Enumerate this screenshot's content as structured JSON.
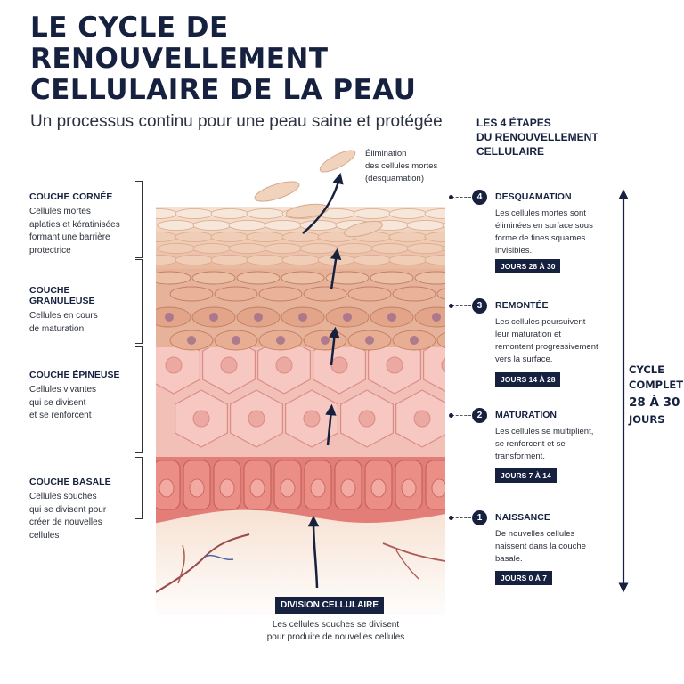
{
  "title": {
    "line1": "LE CYCLE DE",
    "line2": "RENOUVELLEMENT",
    "line3": "CELLULAIRE DE LA PEAU"
  },
  "subtitle": "Un processus continu pour une peau saine et protégée",
  "elimination": {
    "line1": "Élimination",
    "line2": "des cellules mortes",
    "line3": "(desquamation)"
  },
  "layers": [
    {
      "title": "COUCHE CORNÉE",
      "desc": [
        "Cellules mortes",
        "aplaties et kératinisées",
        "formant une barrière",
        "protectrice"
      ]
    },
    {
      "title": "COUCHE GRANULEUSE",
      "desc": [
        "Cellules en cours",
        "de maturation"
      ]
    },
    {
      "title": "COUCHE ÉPINEUSE",
      "desc": [
        "Cellules vivantes",
        "qui se divisent",
        "et se renforcent"
      ]
    },
    {
      "title": "COUCHE BASALE",
      "desc": [
        "Cellules souches",
        "qui se divisent pour",
        "créer de nouvelles",
        "cellules"
      ]
    }
  ],
  "steps_heading": {
    "line1": "LES 4 ÉTAPES",
    "line2": "DU RENOUVELLEMENT",
    "line3": "CELLULAIRE"
  },
  "steps": [
    {
      "num": "4",
      "title": "DESQUAMATION",
      "desc": [
        "Les cellules mortes sont",
        "éliminées en surface sous",
        "forme de fines squames",
        "invisibles."
      ],
      "badge": "JOURS 28 À 30"
    },
    {
      "num": "3",
      "title": "REMONTÉE",
      "desc": [
        "Les cellules poursuivent",
        "leur maturation et",
        "remontent progressivement",
        "vers la surface."
      ],
      "badge": "JOURS 14 À 28"
    },
    {
      "num": "2",
      "title": "MATURATION",
      "desc": [
        "Les cellules se multiplient,",
        "se renforcent et se",
        "transforment."
      ],
      "badge": "JOURS 7 À 14"
    },
    {
      "num": "1",
      "title": "NAISSANCE",
      "desc": [
        "De nouvelles cellules",
        "naissent dans la couche",
        "basale."
      ],
      "badge": "JOURS 0 À 7"
    }
  ],
  "cycle": {
    "line1": "CYCLE",
    "line2": "COMPLET",
    "line3": "28 À 30",
    "line4": "JOURS"
  },
  "division": {
    "badge": "DIVISION CELLULAIRE",
    "desc": [
      "Les cellules souches se divisent",
      "pour produire de nouvelles cellules"
    ]
  },
  "colors": {
    "navy": "#16213f",
    "corneum": "#f2d6c3",
    "granulosum": "#e3a98e",
    "spinosum": "#f1b4ad",
    "basale": "#e27e77",
    "dermis": "#f8e6d8"
  }
}
